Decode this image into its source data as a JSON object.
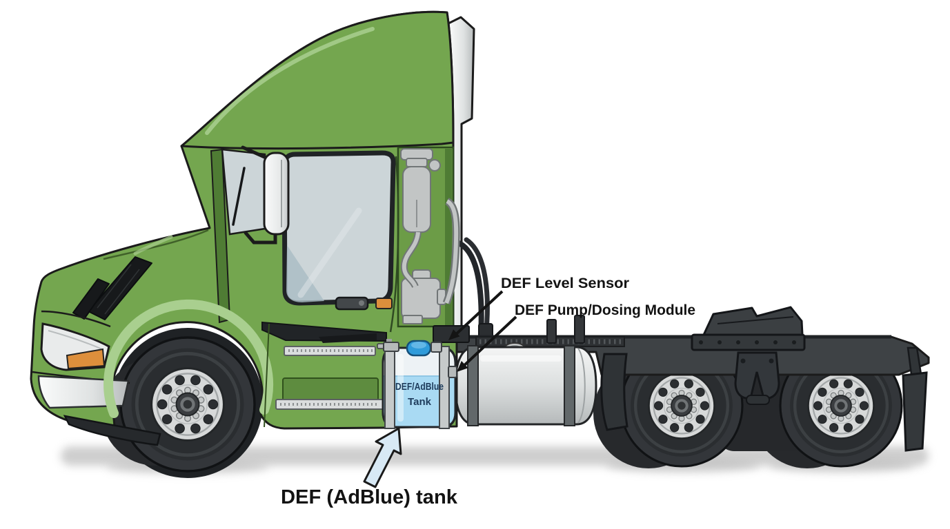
{
  "callouts": {
    "level_sensor": "DEF Level Sensor",
    "pump_dosing": "DEF Pump/Dosing Module",
    "tank_bottom": "DEF (AdBlue) tank"
  },
  "def_tank": {
    "line1": "DEF/AdBlue",
    "line2": "Tank"
  },
  "colors": {
    "truck_green": "#74a64f",
    "truck_green_dark": "#4f7c34",
    "truck_green_light": "#a9cf8f",
    "outline": "#1b1b1b",
    "glass_gray": "#ccd5d8",
    "chrome_silver": "#e9ebeb",
    "def_tank_blue": "#a9daf3",
    "def_air_white": "#edf2f5",
    "def_cap_blue": "#2f9bda",
    "def_text_navy": "#1e3c5c",
    "fuel_tank_silver": "#d9dcdc",
    "frame_gray": "#3e4245",
    "tire_black": "#33363a",
    "rim_silver": "#d7d9d9",
    "marker_orange": "#dd8f3c",
    "arrow_fill": "#d8e9f5",
    "label_black": "#131313",
    "shadow_gray": "#c9c9c9"
  }
}
